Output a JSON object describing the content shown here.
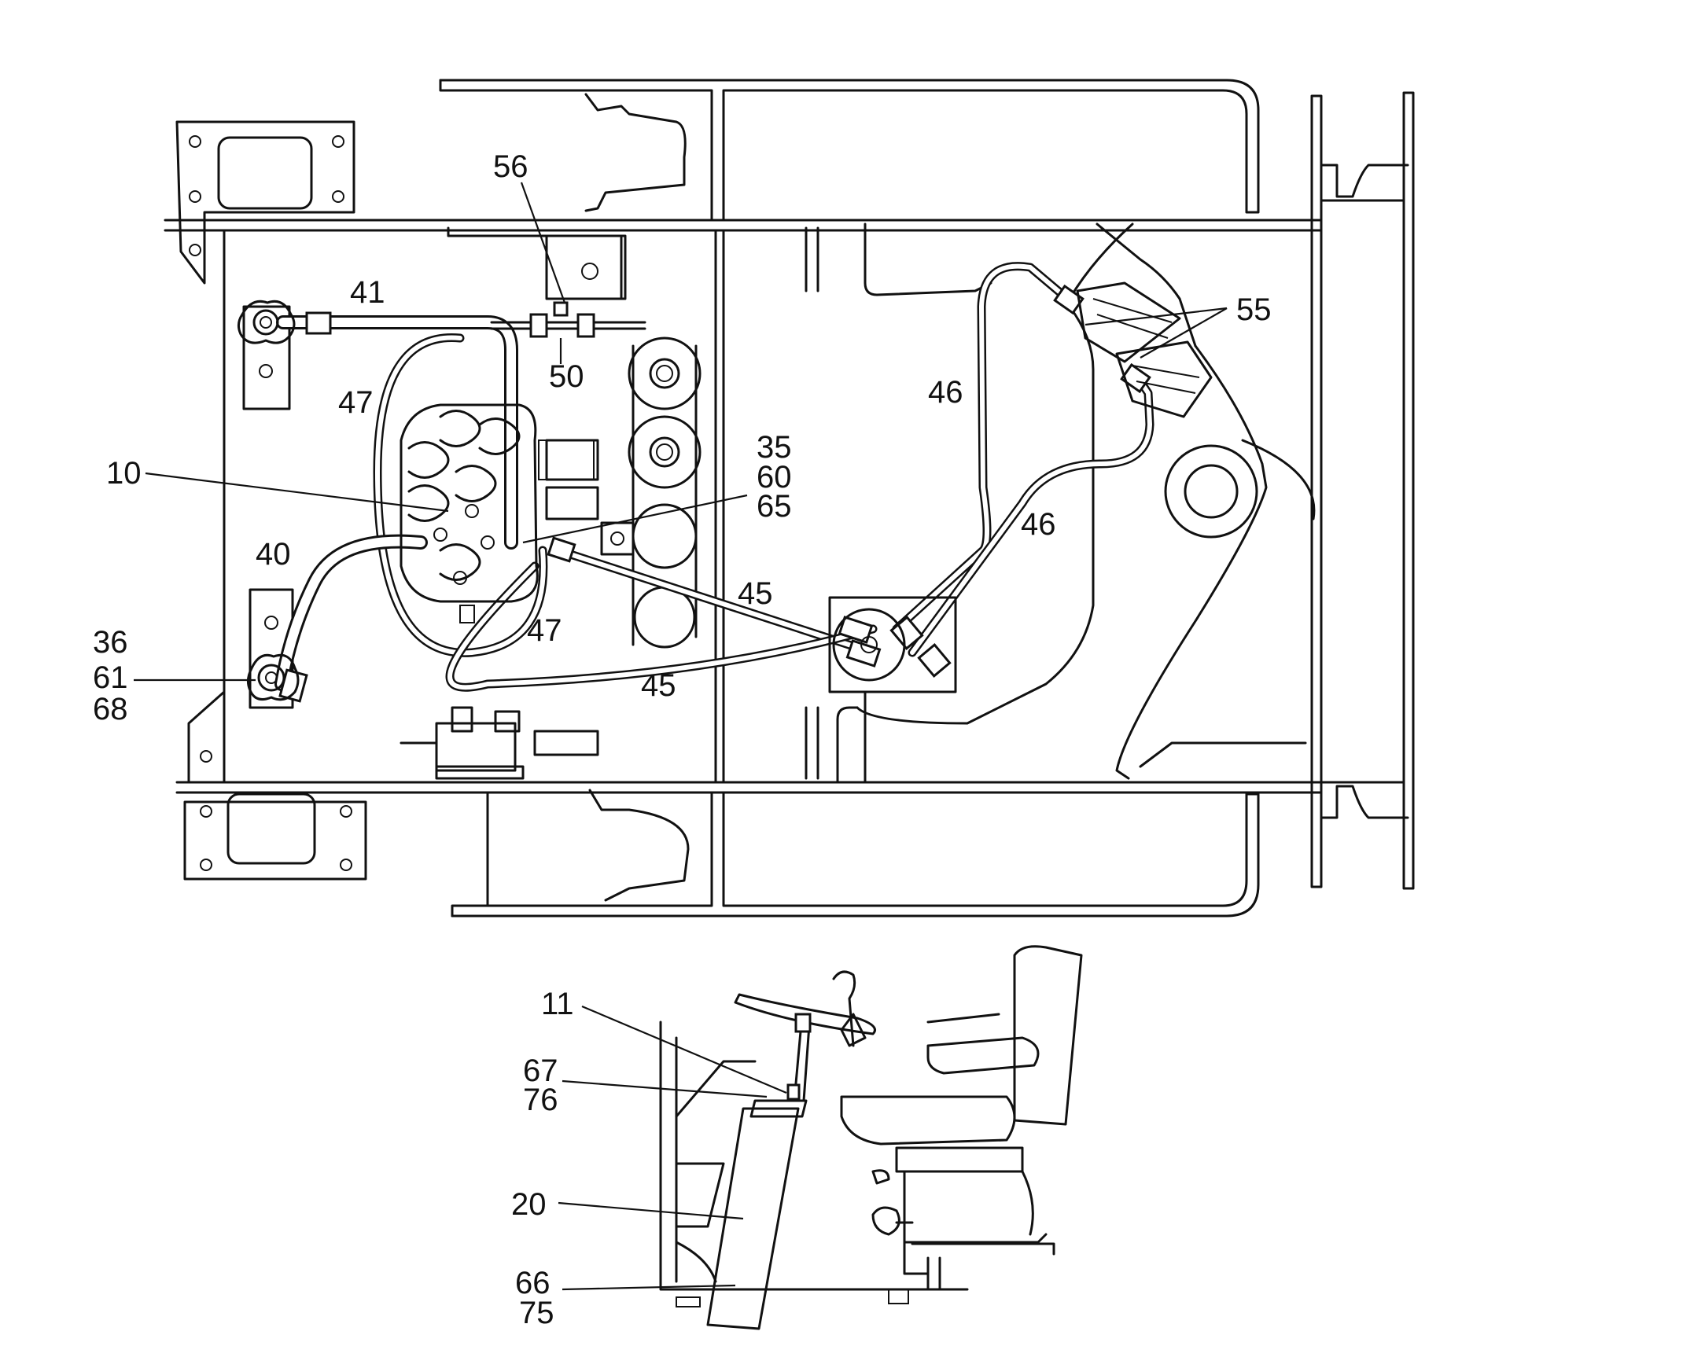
{
  "labels": {
    "l10": "10",
    "l11": "11",
    "l20": "20",
    "l35": "35",
    "l60": "60",
    "l65": "65",
    "l36": "36",
    "l61": "61",
    "l68": "68",
    "l40": "40",
    "l41": "41",
    "l45a": "45",
    "l45b": "45",
    "l46a": "46",
    "l46b": "46",
    "l47a": "47",
    "l47b": "47",
    "l50": "50",
    "l55": "55",
    "l56": "56",
    "l66": "66",
    "l75": "75",
    "l67": "67",
    "l76": "76"
  }
}
